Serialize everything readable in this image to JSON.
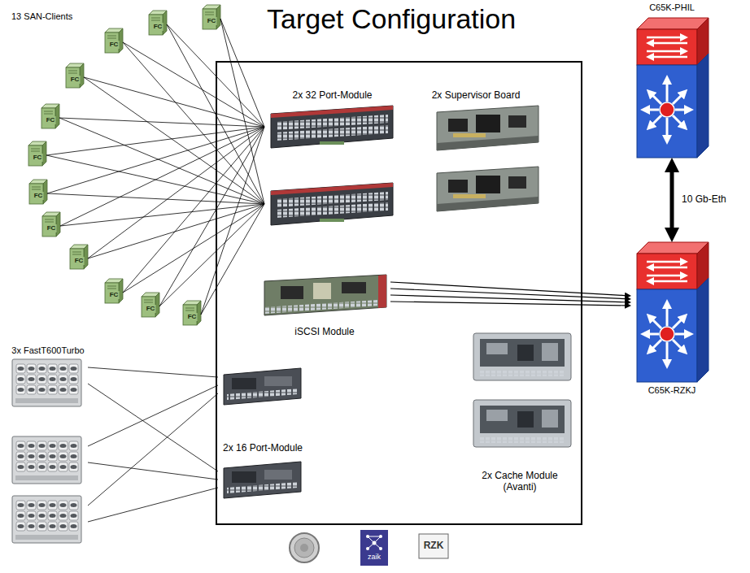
{
  "diagram": {
    "title": "Target Configuration",
    "nodes": [
      {
        "text": [
          "FC"
        ]
      },
      {
        "text": [
          "FC"
        ]
      },
      {
        "text": [
          "FC"
        ]
      },
      {
        "text": [
          "FC"
        ]
      },
      {
        "text": [
          "FC"
        ]
      },
      {
        "text": [
          "FC"
        ]
      },
      {
        "text": [
          "FC"
        ]
      },
      {
        "text": [
          "FC"
        ]
      },
      {
        "text": [
          "FC"
        ]
      },
      {
        "text": [
          "FC"
        ]
      },
      {
        "text": [
          "FC"
        ]
      },
      {
        "text": [
          "FC"
        ]
      },
      {
        "text": [
          "2x 32 Port-Module"
        ]
      },
      {
        "text": [
          "2x Supervisor Board"
        ]
      },
      {
        "text": [
          "C65K-PHIL"
        ]
      },
      {
        "text": [
          "iSCSI Module"
        ]
      },
      {
        "text": [
          "C65K-RZKJ"
        ]
      },
      {
        "text": [
          "3x FastT600Turbo"
        ]
      },
      {
        "text": [
          "2x 16 Port-Module"
        ]
      },
      {
        "text": [
          "2x Cache Module (Avanti)"
        ]
      }
    ],
    "edges": [
      {
        "from": 0,
        "to": 12,
        "arrow": "none"
      },
      {
        "from": 0,
        "to": 12,
        "arrow": "none"
      },
      {
        "from": 1,
        "to": 12,
        "arrow": "none"
      },
      {
        "from": 1,
        "to": 12,
        "arrow": "none"
      },
      {
        "from": 2,
        "to": 12,
        "arrow": "none"
      },
      {
        "from": 2,
        "to": 12,
        "arrow": "none"
      },
      {
        "from": 3,
        "to": 12,
        "arrow": "none"
      },
      {
        "from": 3,
        "to": 12,
        "arrow": "none"
      },
      {
        "from": 4,
        "to": 12,
        "arrow": "none"
      },
      {
        "from": 4,
        "to": 12,
        "arrow": "none"
      },
      {
        "from": 5,
        "to": 12,
        "arrow": "none"
      },
      {
        "from": 5,
        "to": 12,
        "arrow": "none"
      },
      {
        "from": 6,
        "to": 12,
        "arrow": "none"
      },
      {
        "from": 6,
        "to": 12,
        "arrow": "none"
      },
      {
        "from": 7,
        "to": 12,
        "arrow": "none"
      },
      {
        "from": 7,
        "to": 12,
        "arrow": "none"
      },
      {
        "from": 8,
        "to": 12,
        "arrow": "none"
      },
      {
        "from": 8,
        "to": 12,
        "arrow": "none"
      },
      {
        "from": 9,
        "to": 12,
        "arrow": "none"
      },
      {
        "from": 9,
        "to": 12,
        "arrow": "none"
      },
      {
        "from": 10,
        "to": 12,
        "arrow": "none"
      },
      {
        "from": 10,
        "to": 12,
        "arrow": "none"
      },
      {
        "from": 11,
        "to": 12,
        "arrow": "none"
      },
      {
        "from": 11,
        "to": 12,
        "arrow": "none"
      },
      {
        "from": 15,
        "to": 16,
        "arrow": "to"
      },
      {
        "from": 15,
        "to": 16,
        "arrow": "to"
      },
      {
        "from": 15,
        "to": 16,
        "arrow": "to"
      },
      {
        "from": 15,
        "to": 16,
        "arrow": "to"
      },
      {
        "from": 14,
        "to": 16,
        "label": "10 Gb-Eth",
        "arrow": "both"
      },
      {
        "from": 17,
        "to": 18,
        "arrow": "none"
      },
      {
        "from": 17,
        "to": 18,
        "arrow": "none"
      },
      {
        "from": 17,
        "to": 18,
        "arrow": "none"
      },
      {
        "from": 17,
        "to": 18,
        "arrow": "none"
      },
      {
        "from": 17,
        "to": 18,
        "arrow": "none"
      },
      {
        "from": 17,
        "to": 18,
        "arrow": "none"
      }
    ],
    "labels": [
      "13 SAN-Clients",
      "zaik",
      "RZK"
    ]
  }
}
